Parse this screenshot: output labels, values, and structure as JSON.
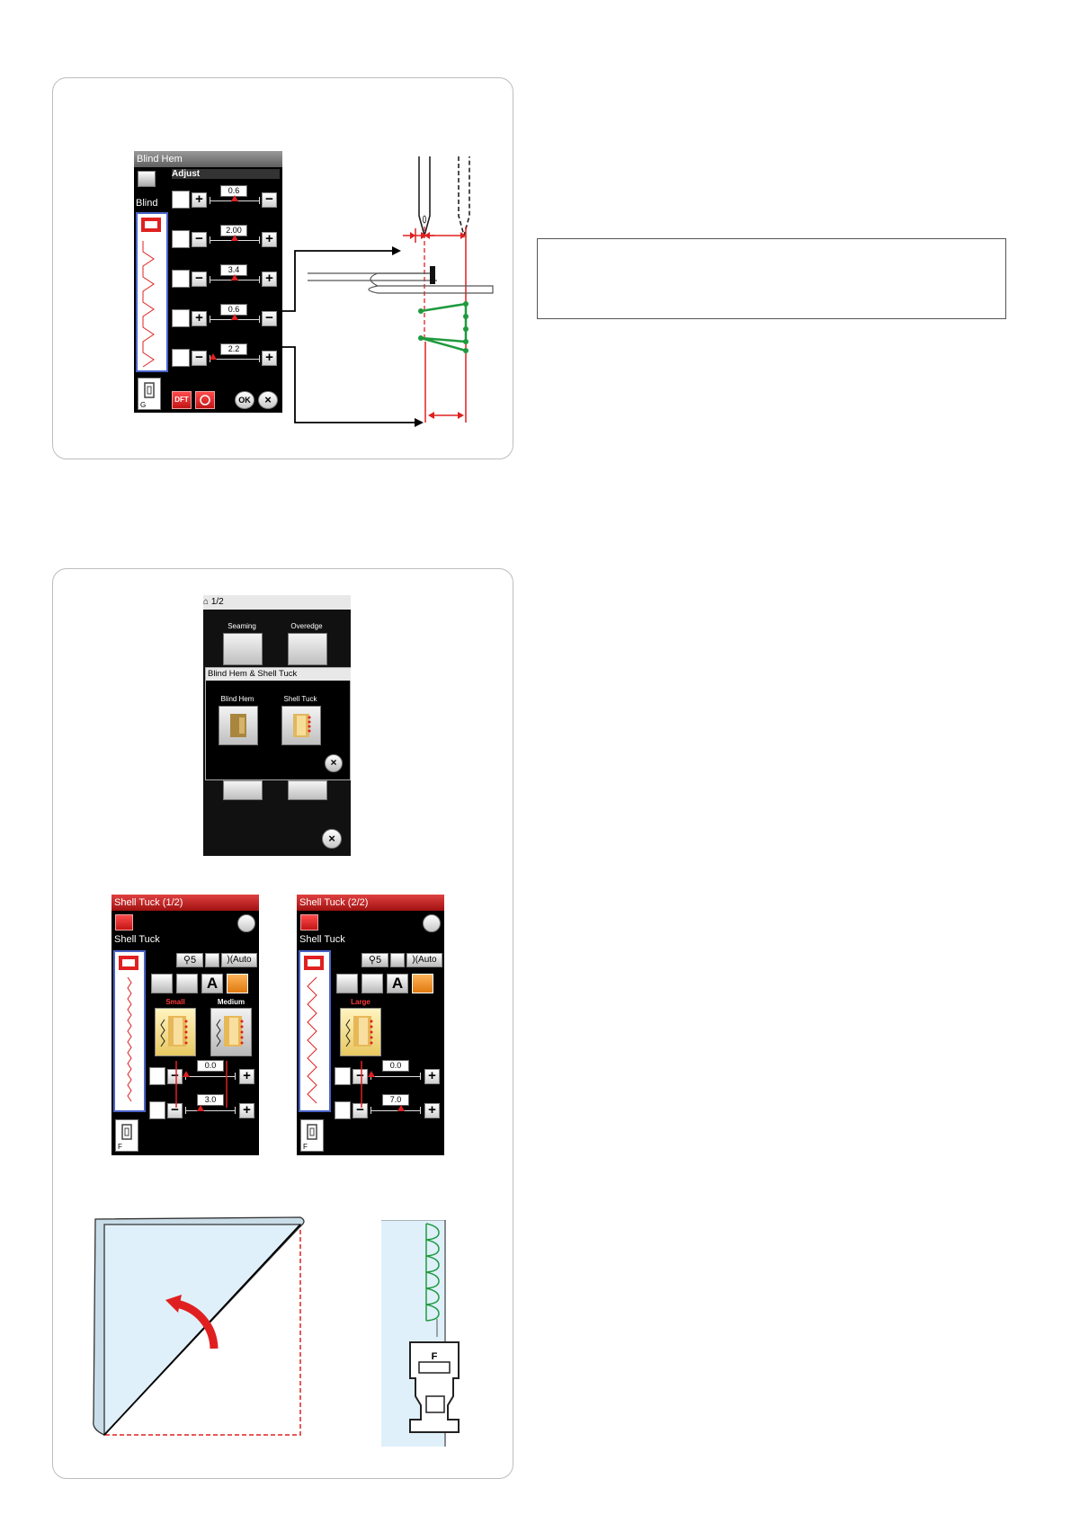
{
  "blind_hem_screen": {
    "title": "Blind Hem",
    "tab_label": "Adjust",
    "pattern_name": "Blind h",
    "foot": "G",
    "rows": [
      {
        "value": "0.6",
        "left": "+",
        "right": "−",
        "level": 0.5
      },
      {
        "value": "2.00",
        "left": "−",
        "right": "+",
        "level": 0.5
      },
      {
        "value": "3.4",
        "left": "−",
        "right": "+",
        "level": 0.5
      },
      {
        "value": "0.6",
        "left": "+",
        "right": "−",
        "level": 0.5
      },
      {
        "value": "2.2",
        "left": "−",
        "right": "+",
        "level": 0.08
      }
    ],
    "buttons": {
      "dft": "DFT",
      "ok": "OK",
      "close": "×"
    }
  },
  "menu_screen": {
    "page": "1/2",
    "cat1": "Seaming",
    "cat2": "Overedge",
    "popup_title": "Blind Hem & Shell Tuck",
    "opt1": "Blind Hem",
    "opt2": "Shell Tuck",
    "close": "×"
  },
  "shell_screens": [
    {
      "title": "Shell Tuck  (1/2)",
      "pattern_name": "Shell Tuck",
      "stitch_info": "5",
      "auto_label": "Auto",
      "a_label": "A",
      "foot": "F",
      "options": [
        {
          "label": "Small",
          "selected": true
        },
        {
          "label": "Medium",
          "selected": false
        }
      ],
      "row1_value": "0.0",
      "row1_level": 0.02,
      "row2_value": "3.0",
      "row2_level": 0.3
    },
    {
      "title": "Shell Tuck  (2/2)",
      "pattern_name": "Shell Tuck",
      "stitch_info": "5",
      "auto_label": "Auto",
      "a_label": "A",
      "foot": "F",
      "options": [
        {
          "label": "Large",
          "selected": true
        }
      ],
      "row1_value": "0.0",
      "row1_level": 0.02,
      "row2_value": "7.0",
      "row2_level": 0.6
    }
  ],
  "foot_letter": "F",
  "colors": {
    "red": "#e02020",
    "green": "#1f9a3e",
    "fabric": "#dff0fa",
    "border": "#bdbdbd"
  }
}
